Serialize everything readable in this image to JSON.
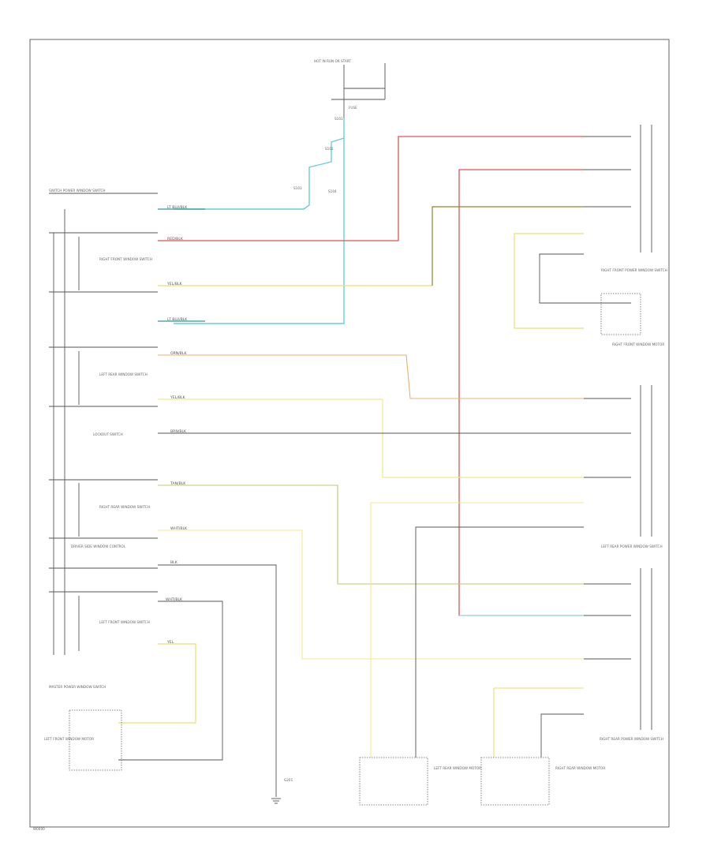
{
  "diagram": {
    "title_top": "HOT IN RUN OR START",
    "fuse_label": "FUSE",
    "splice_labels": [
      "S101",
      "S102",
      "S103",
      "S104"
    ],
    "left_switch_header": "SWITCH POWER WINDOW SWITCH",
    "switch_block_labels": [
      "RIGHT FRONT WINDOW SWITCH",
      "LEFT REAR WINDOW SWITCH",
      "RIGHT REAR WINDOW SWITCH",
      "LEFT FRONT WINDOW SWITCH"
    ],
    "lockout_label": "LOCKOUT SWITCH",
    "driver_side_label": "DRIVER SIDE WINDOW CONTROL",
    "master_switch_label": "MASTER POWER WINDOW SWITCH",
    "ground_label": "G201",
    "component_labels": {
      "rf_control": "RIGHT FRONT POWER WINDOW SWITCH",
      "rf_motor": "RIGHT FRONT WINDOW MOTOR",
      "lr_control": "LEFT REAR POWER WINDOW SWITCH",
      "rr_control": "RIGHT REAR POWER WINDOW SWITCH",
      "lr_motor": "LEFT REAR WINDOW MOTOR",
      "rr_motor": "RIGHT REAR WINDOW MOTOR",
      "lf_motor": "LEFT FRONT WINDOW MOTOR"
    },
    "wire_labels": {
      "lt_blu_a": "LT BLU/BLK",
      "red_a": "RED/BLK",
      "yel_a": "YEL/BLK",
      "lt_blu_b": "LT BLU/BLK",
      "orn": "ORN/BLK",
      "yel_b": "YEL/BLK",
      "brn": "BRN/BLK",
      "tan": "TAN/BLK",
      "wht": "WHT/BLK",
      "blk": "BLK",
      "wht_blk": "WHT/BLK",
      "yel": "YEL"
    },
    "footer_code": "W0000"
  },
  "colors": {
    "background": "#ffffff",
    "frame": "#666666",
    "black_wire": "#555555",
    "lt_blue": "#66cfd9",
    "teal": "#2e9a9a",
    "red": "#e05555",
    "olive": "#8a8a2a",
    "yellow": "#e8e070",
    "light_yellow": "#f0ea90",
    "orange": "#e8b070",
    "tan": "#b8c870",
    "cyan_light": "#99e6ec",
    "green_tan": "#a8c080"
  }
}
